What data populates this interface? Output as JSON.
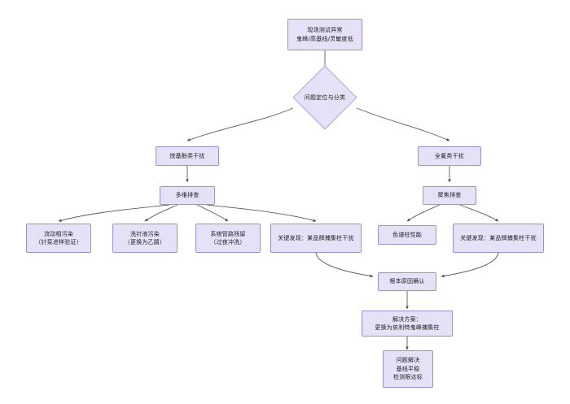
{
  "diagram": {
    "type": "flowchart",
    "orientation": "top-down",
    "colors": {
      "node_fill": "#e6e1f7",
      "node_border": "#9b8fd6",
      "edge": "#5a5a5a",
      "text": "#1a1a1a",
      "background": "#ffffff"
    },
    "nodes": [
      {
        "id": "start",
        "shape": "rect",
        "label": "现场测试异常\n鬼峰/高基线/灵敏度低",
        "name": "node-field-test-abnormal"
      },
      {
        "id": "classify",
        "shape": "diamond",
        "label": "问题定位与分类",
        "name": "node-problem-localization-classification"
      },
      {
        "id": "alkylphenol",
        "shape": "rect",
        "label": "烷基酚类干扰",
        "name": "node-alkylphenol-interference"
      },
      {
        "id": "pfas",
        "shape": "rect",
        "label": "全氟类干扰",
        "name": "node-pfas-interference"
      },
      {
        "id": "multidim",
        "shape": "rect",
        "label": "多维排查",
        "name": "node-multidimensional-investigation"
      },
      {
        "id": "focused",
        "shape": "rect",
        "label": "聚焦排查",
        "name": "node-focused-investigation"
      },
      {
        "id": "mobile-phase",
        "shape": "rect",
        "label": "流动相污染\n（针泵进样验证）",
        "name": "node-mobile-phase-contamination"
      },
      {
        "id": "wash-liquid",
        "shape": "rect",
        "label": "洗针液污染\n（更换为乙腈）",
        "name": "node-needle-wash-contamination"
      },
      {
        "id": "tubing",
        "shape": "rect",
        "label": "系统管路残留\n（过夜冲洗）",
        "name": "node-system-tubing-residue"
      },
      {
        "id": "key-finding-left",
        "shape": "rect",
        "label": "关键发现：某品牌捕集柱干扰",
        "name": "node-key-finding-trap-column-left"
      },
      {
        "id": "column-perf",
        "shape": "rect",
        "label": "色谱柱性能",
        "name": "node-chromatography-column-performance"
      },
      {
        "id": "key-finding-right",
        "shape": "rect",
        "label": "关键发现：某品牌捕集柱干扰",
        "name": "node-key-finding-trap-column-right"
      },
      {
        "id": "root-cause",
        "shape": "rect",
        "label": "根本原因确认",
        "name": "node-root-cause-confirmation"
      },
      {
        "id": "solution",
        "shape": "rect",
        "label": "解决方案：\n更换为依利特鬼峰捕集柱",
        "name": "node-solution-replace-trap-column"
      },
      {
        "id": "resolved",
        "shape": "rect",
        "label": "问题解决\n基线平稳\n检测限达标",
        "name": "node-problem-resolved"
      }
    ],
    "edges": [
      {
        "from": "start",
        "to": "classify"
      },
      {
        "from": "classify",
        "to": "alkylphenol"
      },
      {
        "from": "classify",
        "to": "pfas"
      },
      {
        "from": "alkylphenol",
        "to": "multidim"
      },
      {
        "from": "pfas",
        "to": "focused"
      },
      {
        "from": "multidim",
        "to": "mobile-phase"
      },
      {
        "from": "multidim",
        "to": "wash-liquid"
      },
      {
        "from": "multidim",
        "to": "tubing"
      },
      {
        "from": "multidim",
        "to": "key-finding-left"
      },
      {
        "from": "focused",
        "to": "column-perf"
      },
      {
        "from": "focused",
        "to": "key-finding-right"
      },
      {
        "from": "key-finding-left",
        "to": "root-cause"
      },
      {
        "from": "key-finding-right",
        "to": "root-cause"
      },
      {
        "from": "root-cause",
        "to": "solution"
      },
      {
        "from": "solution",
        "to": "resolved"
      }
    ]
  }
}
